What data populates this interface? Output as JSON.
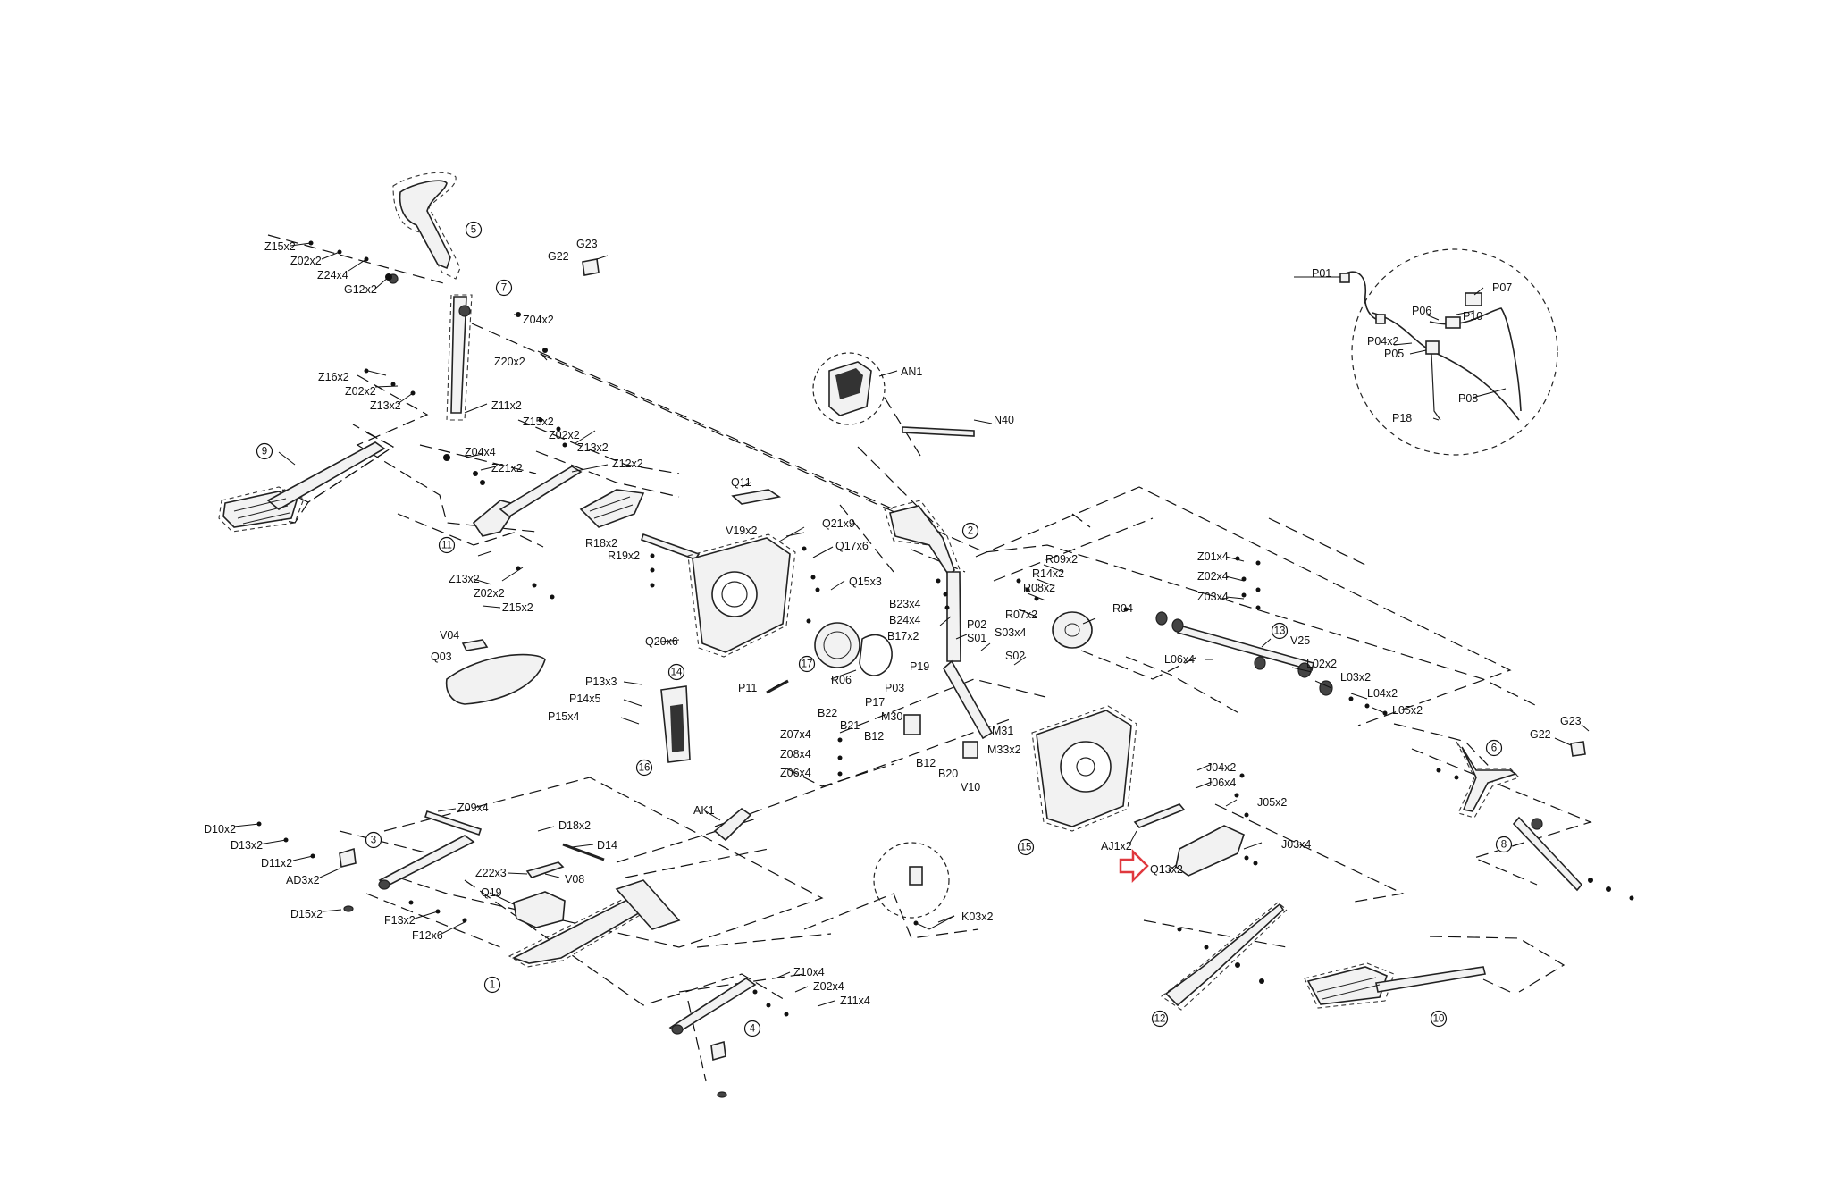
{
  "diagram": {
    "labels": [
      "Z15x2",
      "Z02x2",
      "Z24x4",
      "G12x2",
      "G23",
      "G22",
      "Z04x2",
      "Z20x2",
      "Z16x2",
      "Z02x2",
      "Z13x2",
      "Z11x2",
      "Z15x2",
      "Z02x2",
      "Z13x2",
      "Z04x4",
      "Z21x2",
      "Z12x2",
      "Z13x2",
      "Z02x2",
      "Z15x2",
      "V04",
      "Q03",
      "P13x3",
      "P14x5",
      "P15x4",
      "AN1",
      "N40",
      "Q11",
      "V19x2",
      "Q21x9",
      "Q17x6",
      "Q15x3",
      "R18x2",
      "R19x2",
      "Q20x6",
      "R06",
      "P11",
      "B23x4",
      "B24x4",
      "P02",
      "B17x2",
      "S01",
      "S03x4",
      "S02",
      "P19",
      "P03",
      "P17",
      "M30",
      "B22",
      "B21",
      "B12",
      "M31",
      "M33x2",
      "B12",
      "B20",
      "V10",
      "Z07x4",
      "Z08x4",
      "Z06x4",
      "R09x2",
      "R14x2",
      "R08x2",
      "R07x2",
      "R04",
      "Z01x4",
      "Z02x4",
      "Z03x4",
      "V25",
      "L06x4",
      "L02x2",
      "L03x2",
      "L04x2",
      "L05x2",
      "P01",
      "P07",
      "P06",
      "P10",
      "P04x2",
      "P05",
      "P08",
      "P18",
      "G23",
      "G22",
      "J04x2",
      "J06x4",
      "J05x2",
      "J03x4",
      "AJ1x2",
      "Q13x2",
      "D10x2",
      "D13x2",
      "D11x2",
      "AD3x2",
      "D15x2",
      "Z09x4",
      "AK1",
      "D18x2",
      "D14",
      "Z22x3",
      "V08",
      "Q19",
      "F13x2",
      "F12x6",
      "K03x2",
      "Z10x4",
      "Z02x4",
      "Z11x4"
    ],
    "numbers": [
      "1",
      "2",
      "3",
      "4",
      "5",
      "6",
      "7",
      "8",
      "9",
      "10",
      "11",
      "12",
      "13",
      "14",
      "15",
      "16",
      "17"
    ],
    "highlight": {
      "label": "Q13x2",
      "color": "#e0383e",
      "icon": "arrow-right-icon"
    }
  }
}
